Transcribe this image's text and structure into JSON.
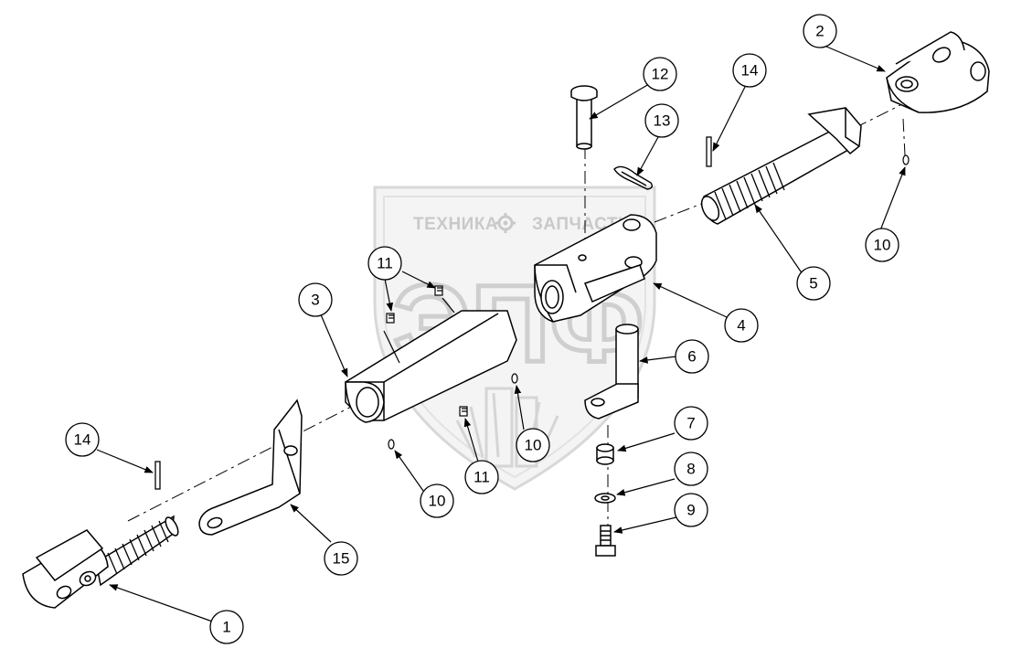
{
  "watermark": {
    "left_text": "ТЕХНИКА",
    "right_text": "ЗАПЧАСТИ",
    "logo_text": "ЭПФ",
    "icon": "gear-icon"
  },
  "callouts": [
    {
      "id": "c1",
      "number": "1"
    },
    {
      "id": "c2",
      "number": "2"
    },
    {
      "id": "c3",
      "number": "3"
    },
    {
      "id": "c4",
      "number": "4"
    },
    {
      "id": "c5",
      "number": "5"
    },
    {
      "id": "c6",
      "number": "6"
    },
    {
      "id": "c7",
      "number": "7"
    },
    {
      "id": "c8",
      "number": "8"
    },
    {
      "id": "c9",
      "number": "9"
    },
    {
      "id": "c10a",
      "number": "10"
    },
    {
      "id": "c10b",
      "number": "10"
    },
    {
      "id": "c10c",
      "number": "10"
    },
    {
      "id": "c11a",
      "number": "11"
    },
    {
      "id": "c11b",
      "number": "11"
    },
    {
      "id": "c12",
      "number": "12"
    },
    {
      "id": "c13",
      "number": "13"
    },
    {
      "id": "c14a",
      "number": "14"
    },
    {
      "id": "c14b",
      "number": "14"
    },
    {
      "id": "c15",
      "number": "15"
    }
  ]
}
